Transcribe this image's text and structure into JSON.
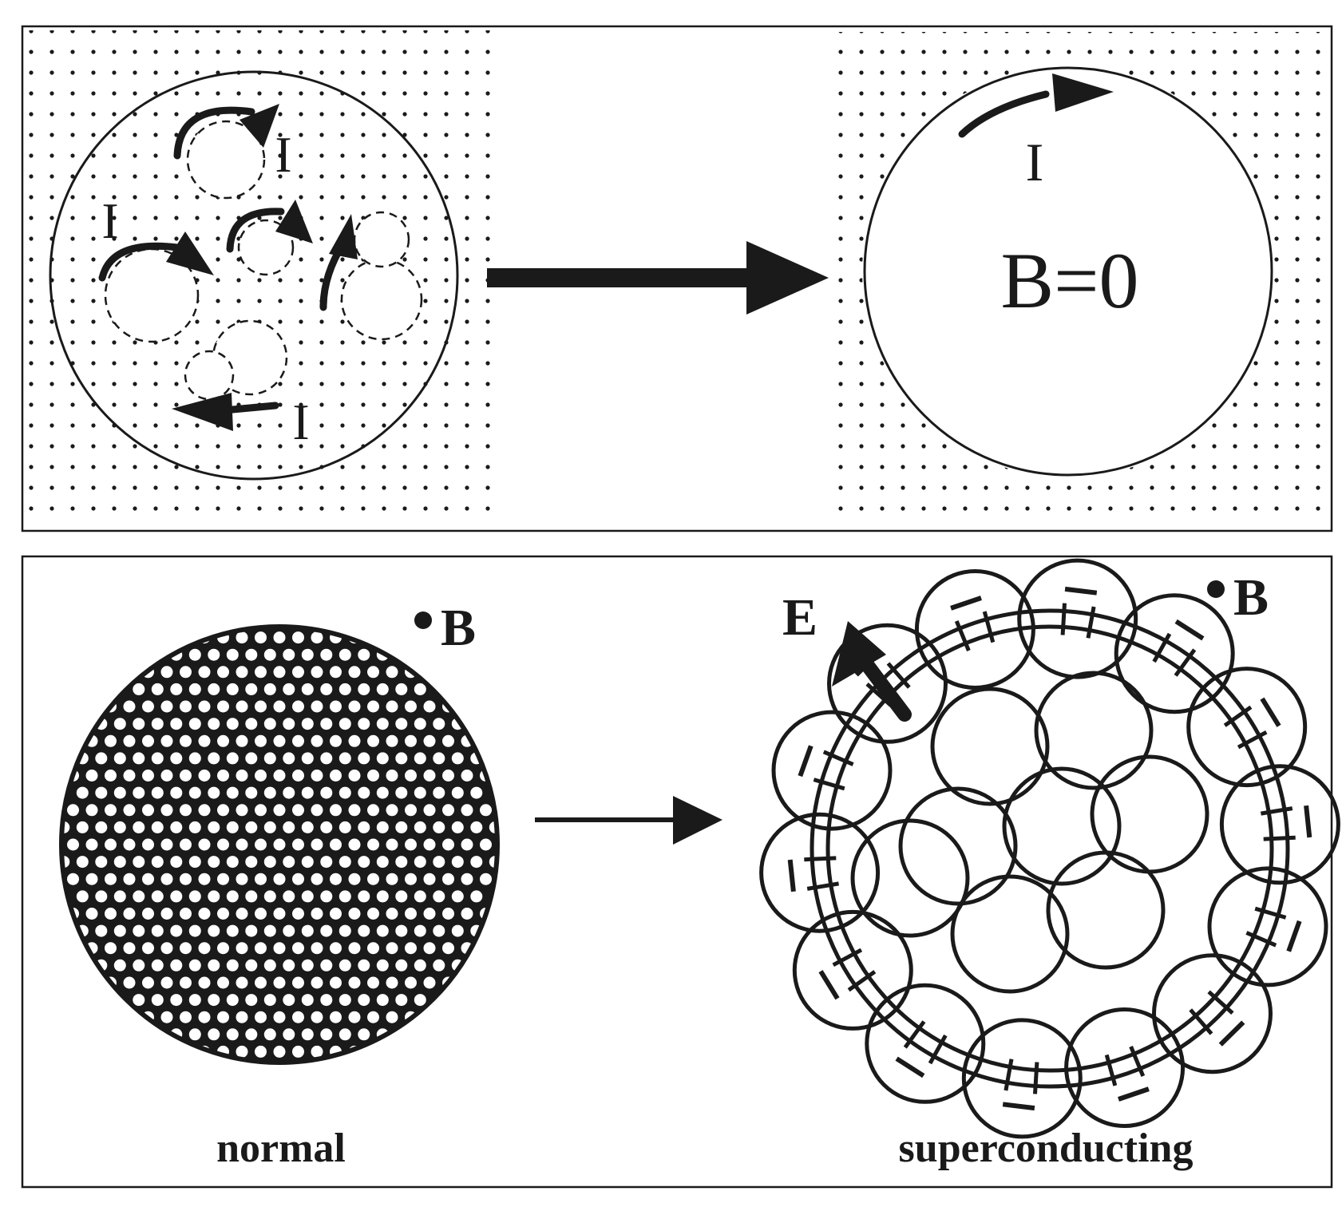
{
  "top_panel": {
    "current_labels": [
      "I",
      "I",
      "I"
    ],
    "expelled_current_label": "I",
    "field_label": "B=0"
  },
  "bottom_panel": {
    "normal_field_label": "B",
    "super_field_label": "B",
    "electric_field_label": "E",
    "normal_caption": "normal",
    "super_caption": "superconducting"
  },
  "colors": {
    "ink": "#1a1a1a",
    "background": "#ffffff"
  }
}
